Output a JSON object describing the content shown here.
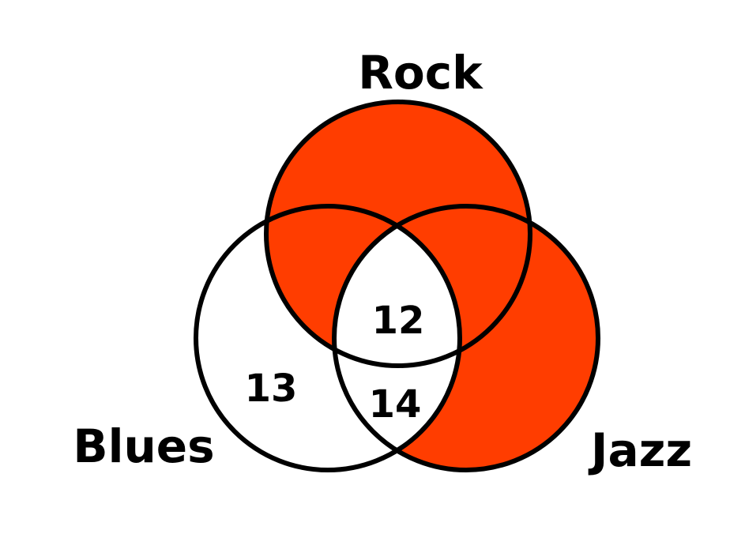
{
  "diagram": {
    "type": "venn",
    "sets": [
      {
        "id": "rock",
        "label": "Rock"
      },
      {
        "id": "blues",
        "label": "Blues"
      },
      {
        "id": "jazz",
        "label": "Jazz"
      }
    ],
    "region_values": {
      "rock_blues_jazz": "12",
      "blues_only": "13",
      "blues_jazz_only": "14"
    },
    "shaded_regions": [
      "rock_only",
      "jazz_only",
      "rock_blues_only",
      "rock_jazz_only"
    ],
    "colors": {
      "shade": "#FF3D00",
      "unshaded": "#FFFFFF",
      "outline": "#000000"
    }
  }
}
